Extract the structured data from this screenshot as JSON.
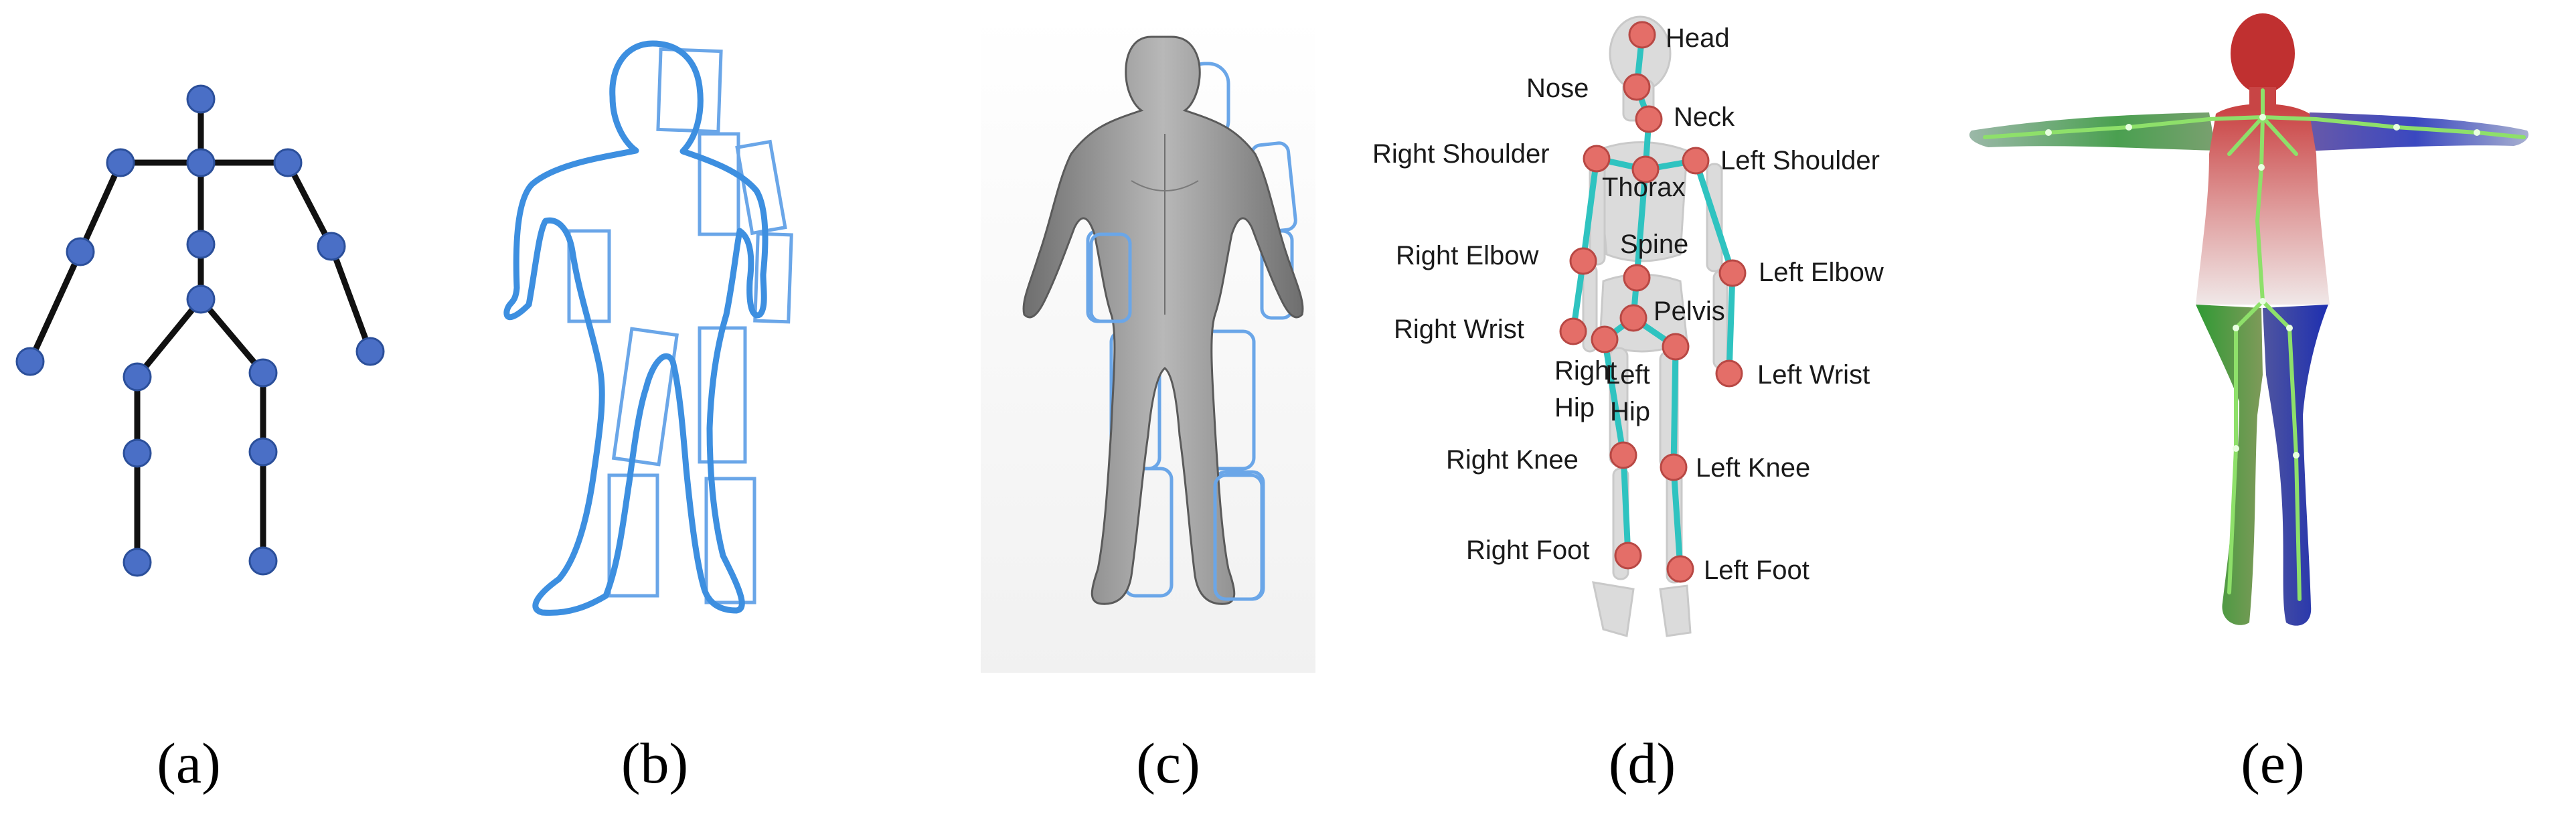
{
  "figure": {
    "panels": [
      {
        "id": "a",
        "caption": "(a)"
      },
      {
        "id": "b",
        "caption": "(b)"
      },
      {
        "id": "c",
        "caption": "(c)"
      },
      {
        "id": "d",
        "caption": "(d)"
      },
      {
        "id": "e",
        "caption": "(e)"
      }
    ],
    "colors": {
      "skeleton_joint": "#4a6fc6",
      "skeleton_bone": "#111111",
      "contour_blue": "#3d8fe0",
      "cylinder_blue": "#6aa6e8",
      "mesh_gray": "#8f8f8f",
      "bone_cyan": "#2fc3c0",
      "keypoint_red": "#e46e68",
      "mesh_red": "#c03030",
      "mesh_green": "#3fa83f",
      "mesh_blue": "#2d3fb8",
      "mesh_skeleton_green": "#8ee06a"
    },
    "keypoint_labels": {
      "head": "Head",
      "nose": "Nose",
      "neck": "Neck",
      "right_shoulder": "Right Shoulder",
      "left_shoulder": "Left Shoulder",
      "thorax": "Thorax",
      "right_elbow": "Right Elbow",
      "spine": "Spine",
      "left_elbow": "Left Elbow",
      "right_wrist": "Right Wrist",
      "pelvis": "Pelvis",
      "right_hip_1": "Right",
      "right_hip_2": "Hip",
      "left_hip_1": "Left",
      "left_hip_2": "Hip",
      "left_wrist": "Left Wrist",
      "right_knee": "Right Knee",
      "left_knee": "Left Knee",
      "right_foot": "Right Foot",
      "left_foot": "Left Foot"
    }
  }
}
